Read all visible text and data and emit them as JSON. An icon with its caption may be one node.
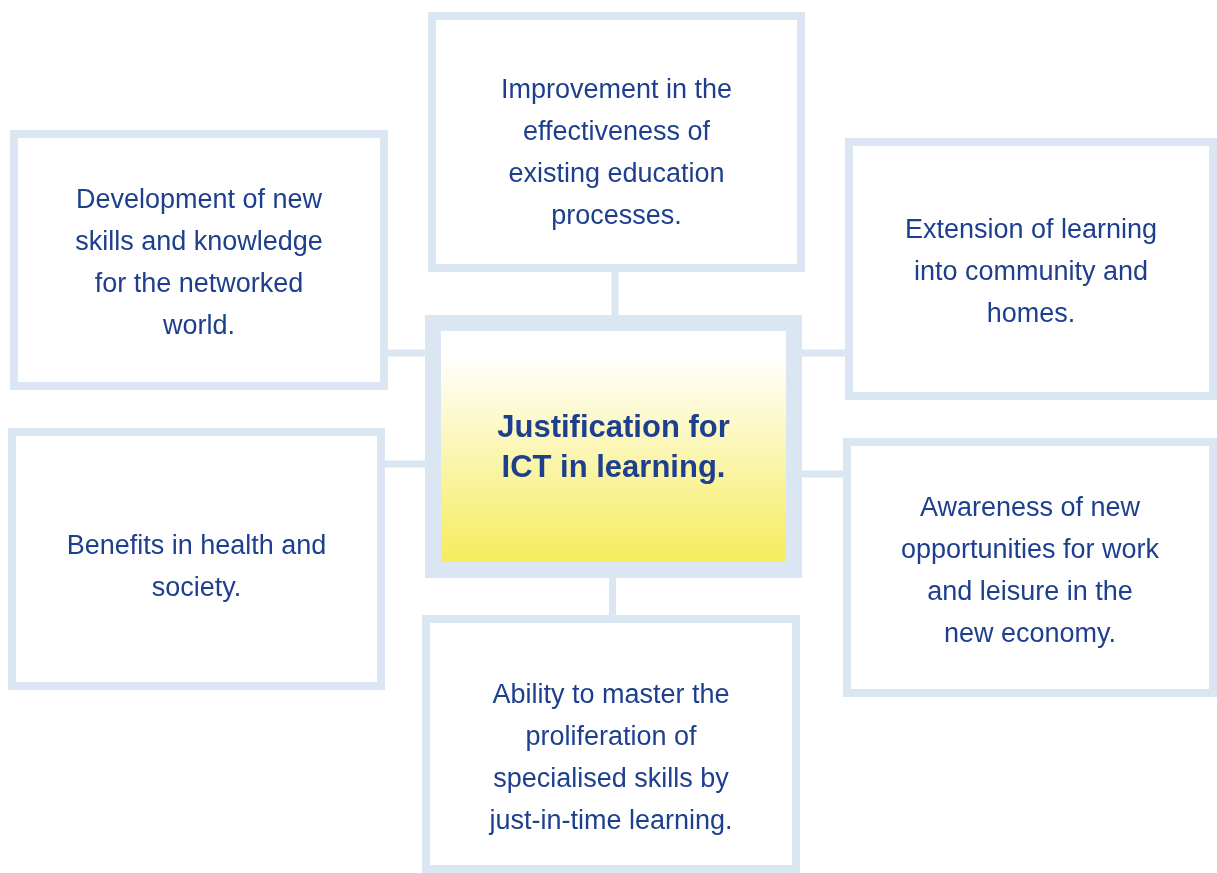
{
  "diagram": {
    "nodes": [
      {
        "text": [
          "Improvement in the effectiveness of existing education processes."
        ]
      },
      {
        "text": [
          "Development of new skills and knowledge for the networked world."
        ]
      },
      {
        "text": [
          "Extension of learning into community and homes."
        ]
      },
      {
        "text": [
          "Justification for ICT in learning."
        ]
      },
      {
        "text": [
          "Benefits in health and society."
        ]
      },
      {
        "text": [
          "Awareness of new opportunities for work and leisure in the new economy."
        ]
      },
      {
        "text": [
          "Ability to master the proliferation of specialised skills by just-in-time learning."
        ]
      }
    ],
    "edges": [
      {
        "from": 3,
        "to": 0,
        "arrow": "none"
      },
      {
        "from": 3,
        "to": 1,
        "arrow": "none"
      },
      {
        "from": 3,
        "to": 2,
        "arrow": "none"
      },
      {
        "from": 3,
        "to": 4,
        "arrow": "none"
      },
      {
        "from": 3,
        "to": 5,
        "arrow": "none"
      },
      {
        "from": 3,
        "to": 6,
        "arrow": "none"
      }
    ]
  }
}
